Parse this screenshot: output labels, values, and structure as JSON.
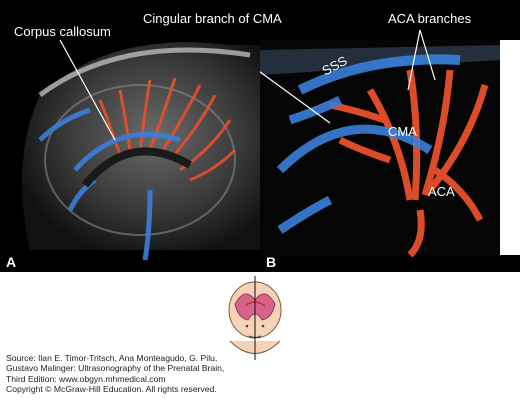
{
  "labels": {
    "corpus_callosum": "Corpus callosum",
    "cingular_branch": "Cingular branch of CMA",
    "aca_branches": "ACA branches",
    "sss": "SSS",
    "cma": "CMA",
    "aca": "ACA"
  },
  "panels": {
    "a": "A",
    "b": "B"
  },
  "source": {
    "line1": "Source: Ilan E. Timor-Tritsch, Ana Monteagudo, G. Pilu,",
    "line2": "Gustavo Malinger: Ultrasonography of the Prenatal Brain,",
    "line3": "Third Edition: www.obgyn.mhmedical.com",
    "line4": "Copyright © McGraw-Hill Education. All rights reserved."
  },
  "colors": {
    "flow_red": "#e8502a",
    "flow_blue": "#3a7fd9",
    "background": "#000000"
  }
}
